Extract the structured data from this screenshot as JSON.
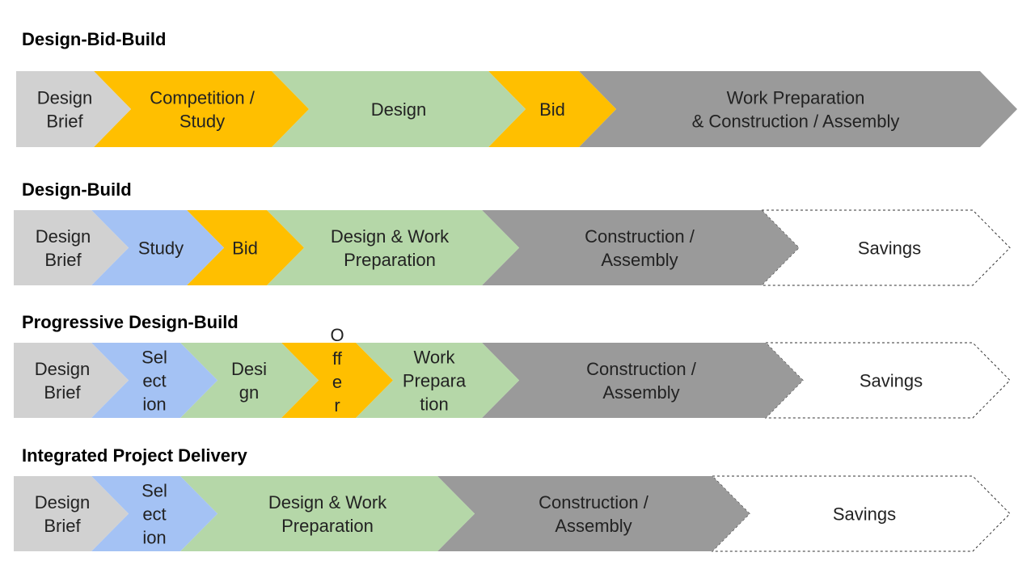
{
  "colors": {
    "grey_light": "#d1d1d1",
    "yellow": "#ffbf00",
    "green": "#b5d7a8",
    "blue": "#a4c2f4",
    "grey_dark": "#9a9a9a",
    "white": "#ffffff",
    "dashed_outline": "#333333"
  },
  "rows": [
    {
      "title": "Design-Bid-Build",
      "segments": [
        {
          "id": "design-brief",
          "lines": [
            "Design",
            "Brief"
          ],
          "color": "grey_light"
        },
        {
          "id": "competition-study",
          "lines": [
            "Competition /",
            "Study"
          ],
          "color": "yellow"
        },
        {
          "id": "design",
          "lines": [
            "Design"
          ],
          "color": "green"
        },
        {
          "id": "bid",
          "lines": [
            "Bid"
          ],
          "color": "yellow"
        },
        {
          "id": "work-prep-construction",
          "lines": [
            "Work Preparation",
            "& Construction / Assembly"
          ],
          "color": "grey_dark"
        }
      ]
    },
    {
      "title": "Design-Build",
      "segments": [
        {
          "id": "design-brief",
          "lines": [
            "Design",
            "Brief"
          ],
          "color": "grey_light"
        },
        {
          "id": "study",
          "lines": [
            "Study"
          ],
          "color": "blue"
        },
        {
          "id": "bid",
          "lines": [
            "Bid"
          ],
          "color": "yellow"
        },
        {
          "id": "design-work-prep",
          "lines": [
            "Design & Work",
            "Preparation"
          ],
          "color": "green"
        },
        {
          "id": "construction-assembly",
          "lines": [
            "Construction /",
            "Assembly"
          ],
          "color": "grey_dark"
        },
        {
          "id": "savings",
          "lines": [
            "Savings"
          ],
          "color": "white",
          "dashed": true
        }
      ]
    },
    {
      "title": "Progressive Design-Build",
      "segments": [
        {
          "id": "design-brief",
          "lines": [
            "Design",
            "Brief"
          ],
          "color": "grey_light"
        },
        {
          "id": "selection",
          "lines": [
            "Sel",
            "ect",
            "ion"
          ],
          "color": "blue"
        },
        {
          "id": "design",
          "lines": [
            "Desi",
            "gn"
          ],
          "color": "green"
        },
        {
          "id": "offer",
          "lines": [
            "O",
            "ff",
            "e",
            "r"
          ],
          "color": "yellow"
        },
        {
          "id": "work-preparation",
          "lines": [
            "Work",
            "Prepara",
            "tion"
          ],
          "color": "green"
        },
        {
          "id": "construction-assembly",
          "lines": [
            "Construction /",
            "Assembly"
          ],
          "color": "grey_dark"
        },
        {
          "id": "savings",
          "lines": [
            "Savings"
          ],
          "color": "white",
          "dashed": true
        }
      ]
    },
    {
      "title": "Integrated Project Delivery",
      "segments": [
        {
          "id": "design-brief",
          "lines": [
            "Design",
            "Brief"
          ],
          "color": "grey_light"
        },
        {
          "id": "selection",
          "lines": [
            "Sel",
            "ect",
            "ion"
          ],
          "color": "blue"
        },
        {
          "id": "design-work-prep",
          "lines": [
            "Design & Work",
            "Preparation"
          ],
          "color": "green"
        },
        {
          "id": "construction-assembly",
          "lines": [
            "Construction /",
            "Assembly"
          ],
          "color": "grey_dark"
        },
        {
          "id": "savings",
          "lines": [
            "Savings"
          ],
          "color": "white",
          "dashed": true
        }
      ]
    }
  ]
}
